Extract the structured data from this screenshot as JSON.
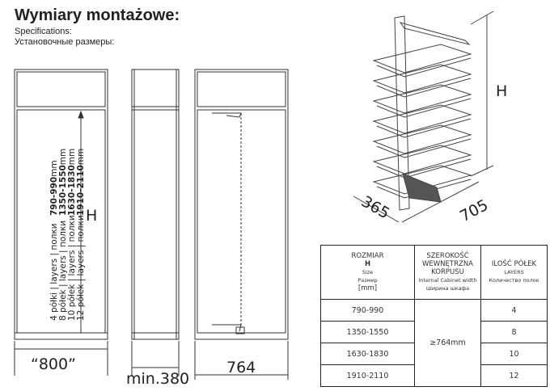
{
  "title": "Wymiary montażowe:",
  "subtitle_en": "Specifications:",
  "subtitle_ru": "Установочные размеры:",
  "front_view": {
    "rows": [
      {
        "label": "4 półki | layers | полки",
        "size": "790-990",
        "unit": "mm"
      },
      {
        "label": "8 półek | layers | полки",
        "size": "1350-1550",
        "unit": "mm"
      },
      {
        "label": "10 półek | layers | полки",
        "size": "1630-1830",
        "unit": "mm"
      },
      {
        "label": "12 półek | layers | полки",
        "size": "1910-2110",
        "unit": "mm"
      }
    ],
    "h_label": "H",
    "width_label": "“800”"
  },
  "side_view": {
    "depth_label": "min.380"
  },
  "inner_view": {
    "width_label": "764"
  },
  "product_3d": {
    "h_label": "H",
    "depth_label": "365",
    "width_label": "705"
  },
  "table": {
    "headers": [
      {
        "title": "ROZMIAR",
        "bold": "H",
        "en": "Size",
        "ru": "Размер",
        "unit": "[mm]"
      },
      {
        "title": "SZEROKOŚĆ WEWNĘTRZNA KORPUSU",
        "en": "Internal Cabinet width",
        "ru": "Ширина шкафа"
      },
      {
        "title": "ILOŚĆ PÓŁEK",
        "en": "LAYERS",
        "ru": "Количество полок"
      }
    ],
    "rows": [
      {
        "size": "790-990",
        "layers": "4"
      },
      {
        "size": "1350-1550",
        "layers": "8"
      },
      {
        "size": "1630-1830",
        "layers": "10"
      },
      {
        "size": "1910-2110",
        "layers": "12"
      }
    ],
    "width_value": "≥764mm"
  }
}
